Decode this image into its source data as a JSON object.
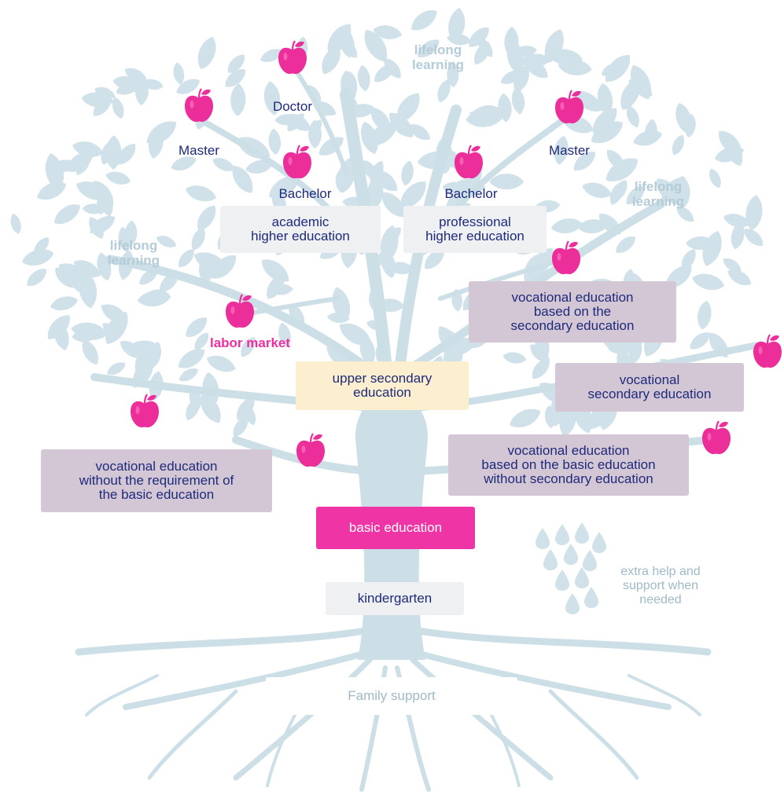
{
  "colors": {
    "tree": "#cddfe6",
    "leaf": "#d0e1e9",
    "apple": "#ec2e9a",
    "navy_text": "#1f2a7a",
    "ghost_text": "#b3ccd8",
    "box_gray": "#eef0f2",
    "box_purple": "#d4c7d5",
    "box_yellow": "#fbefcf",
    "box_magenta": "#ef35a5"
  },
  "labels": {
    "doctor": "Doctor",
    "master_left": "Master",
    "master_right": "Master",
    "bachelor_left": "Bachelor",
    "bachelor_right": "Bachelor",
    "lifelong_top": "lifelong\nlearning",
    "lifelong_left": "lifelong\nlearning",
    "lifelong_right": "lifelong\nlearning",
    "labor_market": "labor market",
    "extra_help": "extra help and\nsupport when\nneeded",
    "family_support": "Family support"
  },
  "boxes": {
    "academic": "academic\nhigher education",
    "professional": "professional\nhigher education",
    "voc_secondary_based": "vocational education\nbased on the\nsecondary education",
    "upper_secondary": "upper secondary\neducation",
    "voc_secondary": "vocational\nsecondary education",
    "voc_basic_without": "vocational education\nbased on the basic education\nwithout secondary education",
    "voc_no_basic": "vocational education\nwithout the requirement of\nthe basic education",
    "basic": "basic education",
    "kindergarten": "kindergarten"
  },
  "icons": {
    "apple": "apple-icon",
    "leaf": "leaf-icon",
    "drop": "water-drop-icon"
  }
}
